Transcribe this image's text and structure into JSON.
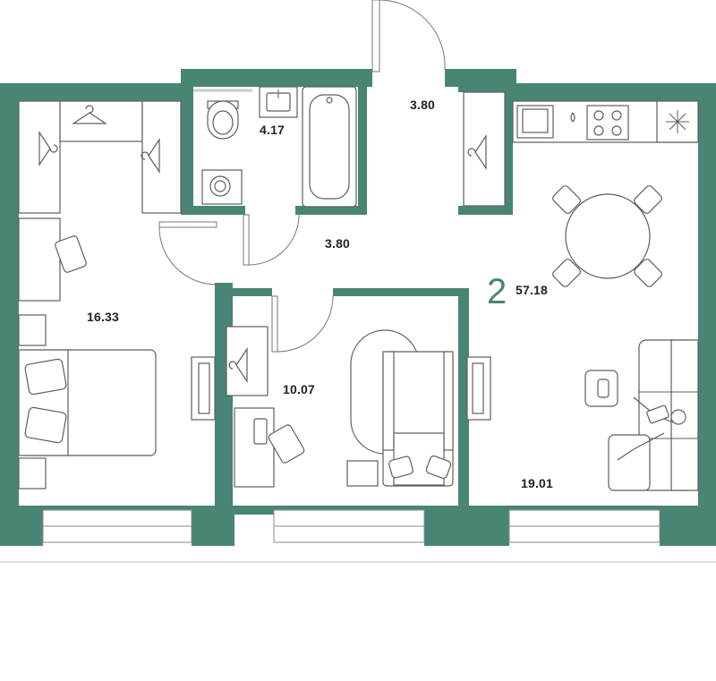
{
  "colors": {
    "wall": "#498574",
    "accent": "#498574",
    "furniture": "#5e5e5e",
    "base_line": "#a9cbbf"
  },
  "apartment": {
    "rooms_count": "2",
    "total_area": "57.18"
  },
  "rooms": {
    "bedroom_area": "16.33",
    "bathroom_area": "4.17",
    "entrance_area": "3.80",
    "hall_area": "3.80",
    "second_bedroom_area": "10.07",
    "kitchen_living_area": "19.01"
  },
  "icons": [
    "hanger-icon",
    "sink-icon",
    "bathtub-icon",
    "toilet-icon",
    "washing-machine-icon",
    "stove-icon",
    "fridge-icon",
    "water-drop-icon",
    "dining-table-icon",
    "sofa-icon",
    "bed-icon",
    "armchair-icon",
    "radiator-icon",
    "desk-icon"
  ]
}
